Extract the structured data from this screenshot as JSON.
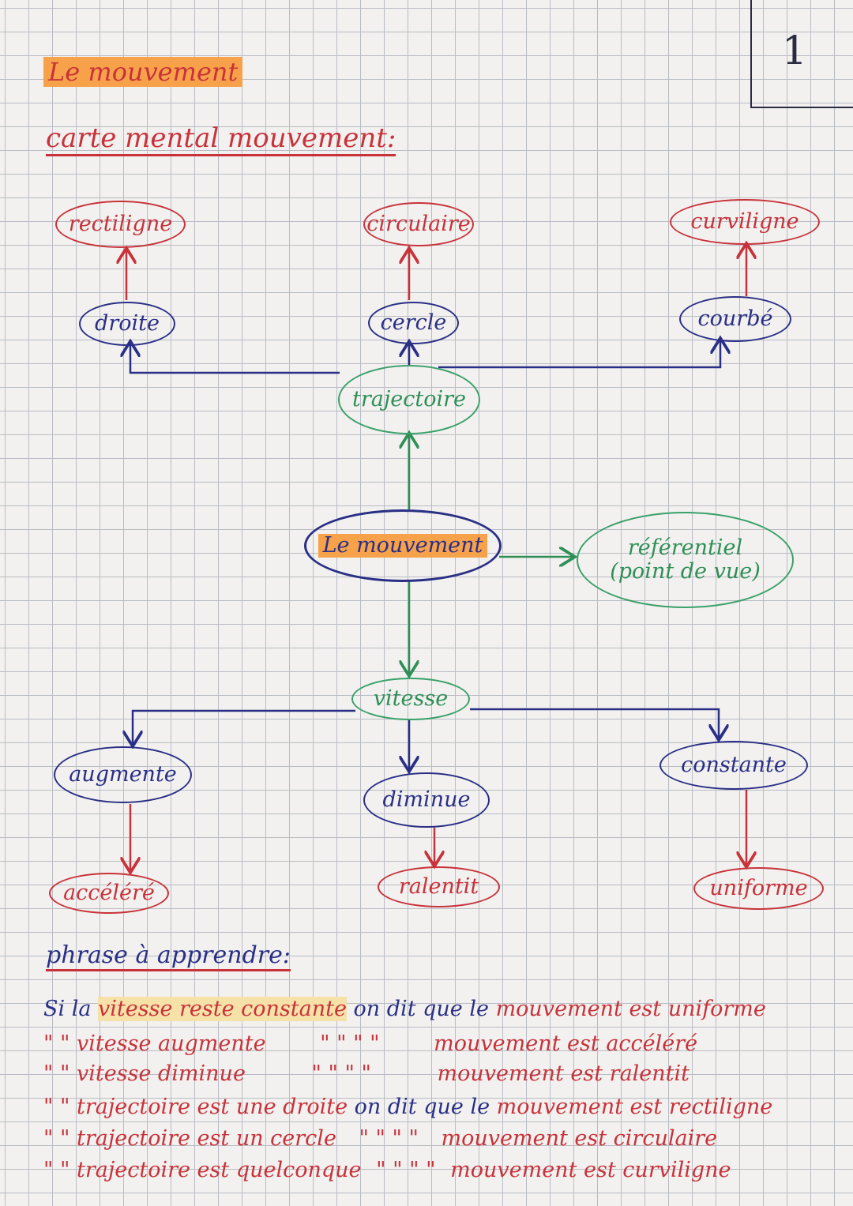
{
  "page_number": "1",
  "title": "Le mouvement",
  "subtitle": "carte mental mouvement:",
  "map": {
    "center": "Le mouvement",
    "trajectoire": "trajectoire",
    "referentiel_line1": "référentiel",
    "referentiel_line2": "(point de vue)",
    "vitesse": "vitesse",
    "droite": "droite",
    "cercle": "cercle",
    "courbe": "courbé",
    "rectiligne": "rectiligne",
    "circulaire": "circulaire",
    "curviligne": "curviligne",
    "augmente": "augmente",
    "diminue": "diminue",
    "constante": "constante",
    "accelere": "accéléré",
    "ralentit": "ralentit",
    "uniforme": "uniforme"
  },
  "phrase_heading": "phrase à apprendre:",
  "sentences": [
    {
      "a": "Si la ",
      "b": "vitesse reste constante",
      "c": " on dit que le ",
      "d": "mouvement est uniforme"
    },
    {
      "a": "\" \" ",
      "b": "vitesse augmente",
      "c": " \" \" \" \" ",
      "d": "mouvement est accéléré"
    },
    {
      "a": "\" \" ",
      "b": "vitesse diminue",
      "c": " \" \" \" \" ",
      "d": "mouvement est ralentit"
    },
    {
      "a": "\" \" ",
      "b": "trajectoire est une droite",
      "c": " on dit que le ",
      "d": "mouvement est rectiligne"
    },
    {
      "a": "\" \" ",
      "b": "trajectoire est un cercle",
      "c": " \" \" \" \" ",
      "d": "mouvement est circulaire"
    },
    {
      "a": "\" \" ",
      "b": "trajectoire est quelconque",
      "c": " \" \" \" \" ",
      "d": "mouvement est curviligne"
    }
  ]
}
